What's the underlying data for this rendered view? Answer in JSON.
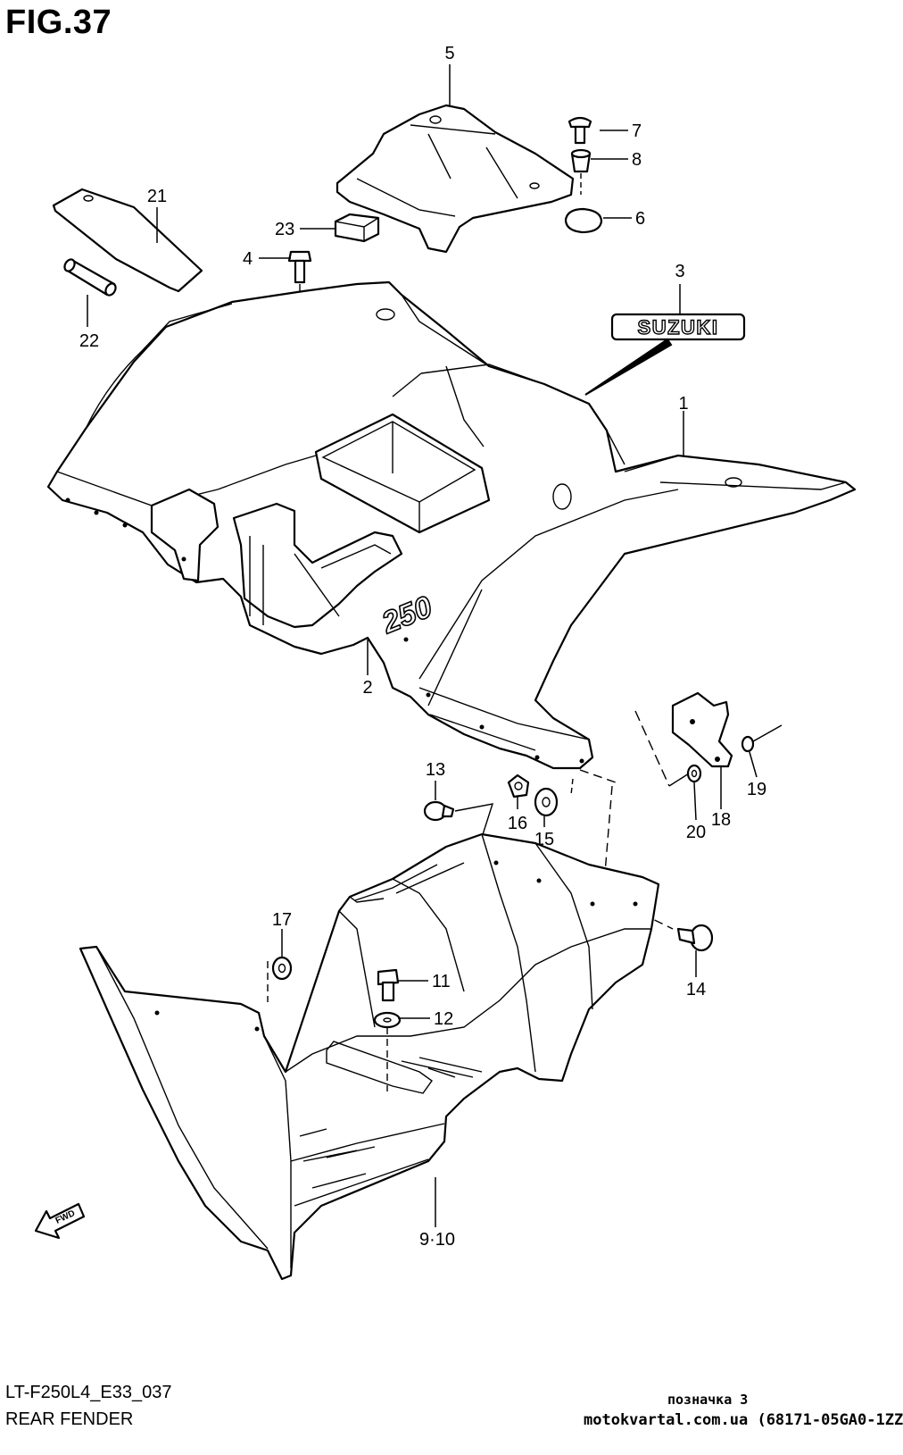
{
  "figure": {
    "title": "FIG.37",
    "model_code": "LT-F250L4_E33_037",
    "caption": "REAR FENDER",
    "emblem_text": "SUZUKI",
    "fender_marking": "250",
    "fwd_label": "FWD"
  },
  "callouts": {
    "c1": "1",
    "c2": "2",
    "c3": "3",
    "c4": "4",
    "c5": "5",
    "c6": "6",
    "c7": "7",
    "c8": "8",
    "c9_10": "9·10",
    "c11": "11",
    "c12": "12",
    "c13": "13",
    "c14": "14",
    "c15": "15",
    "c16": "16",
    "c17": "17",
    "c18": "18",
    "c19": "19",
    "c20": "20",
    "c21": "21",
    "c22": "22",
    "c23": "23"
  },
  "stamp": {
    "label": "позначка 3",
    "url": "motokvartal.com.ua (68171-05GA0-1ZZ"
  }
}
